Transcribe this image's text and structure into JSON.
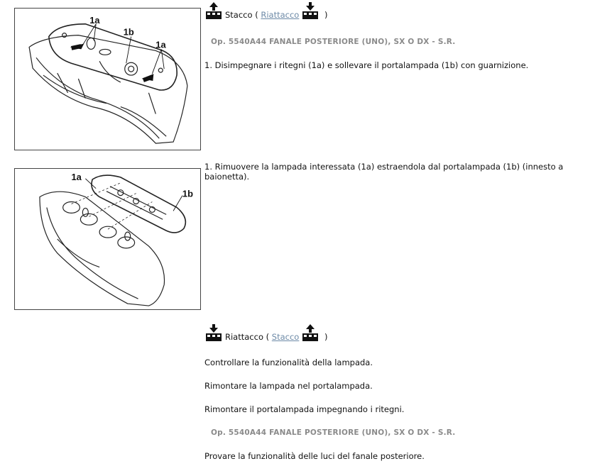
{
  "top_nav": {
    "label": "Stacco",
    "open_paren": "(",
    "link": "Riattacco",
    "close_paren": ")"
  },
  "op_title_1": "Op. 5540A44 FANALE POSTERIORE (UNO), SX O DX - S.R.",
  "step_1": "1. Disimpegnare i ritegni (1a) e sollevare il portalampada (1b) con guarnizione.",
  "step_2": "1. Rimuovere la lampada interessata (1a) estraendola dal portalampada (1b) (innesto a baionetta).",
  "figure_1": {
    "label_1a_left": "1a",
    "label_1b": "1b",
    "label_1a_right": "1a"
  },
  "figure_2": {
    "label_1a": "1a",
    "label_1b": "1b"
  },
  "bottom_nav": {
    "label": "Riattacco",
    "open_paren": "(",
    "link": "Stacco",
    "close_paren": ")"
  },
  "instructions": [
    "Controllare la funzionalità della lampada.",
    "Rimontare la lampada nel portalampada.",
    "Rimontare il portalampada impegnando i ritegni."
  ],
  "op_title_2": "Op. 5540A44 FANALE POSTERIORE (UNO), SX O DX - S.R.",
  "final_step": "Provare la funzionalità delle luci del fanale posteriore.",
  "icons": {
    "detach": "arrow-up-icon",
    "attach": "arrow-down-icon"
  }
}
